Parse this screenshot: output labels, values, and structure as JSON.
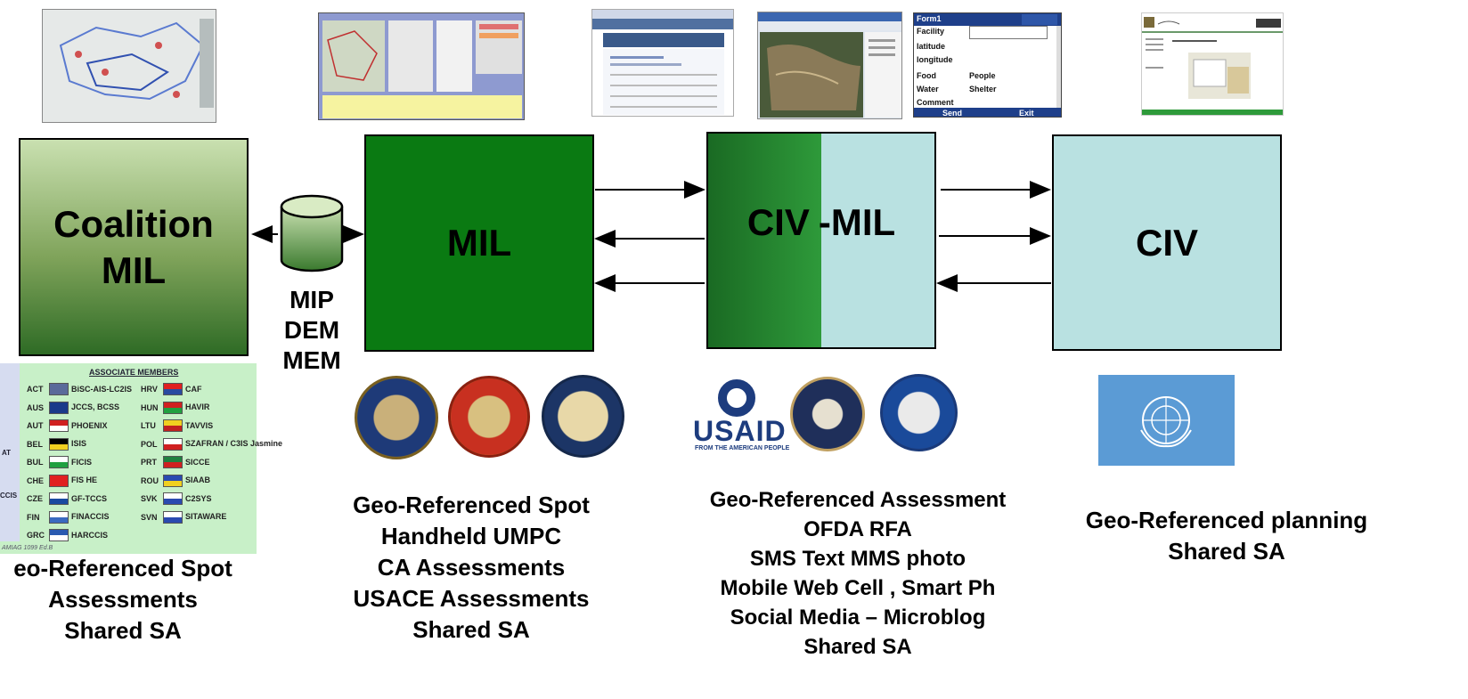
{
  "boxes": {
    "coalition": "Coalition MIL",
    "mil": "MIL",
    "civmil_civ": "CIV",
    "civmil_mil": "-MIL",
    "civ": "CIV"
  },
  "db_label": [
    "MIP",
    "DEM",
    "MEM"
  ],
  "associate_members": {
    "title": "ASSOCIATE MEMBERS",
    "footer": "AMIAG 1099 Ed.B",
    "side_labels": [
      "AT",
      "CCIS"
    ],
    "left": [
      {
        "code": "ACT",
        "name": "BiSC-AIS-LC2IS"
      },
      {
        "code": "AUS",
        "name": "JCCS, BCSS"
      },
      {
        "code": "AUT",
        "name": "PHOENIX"
      },
      {
        "code": "BEL",
        "name": "ISIS"
      },
      {
        "code": "BUL",
        "name": "FICIS"
      },
      {
        "code": "CHE",
        "name": "FIS HE"
      },
      {
        "code": "CZE",
        "name": "GF-TCCS"
      },
      {
        "code": "FIN",
        "name": "FINACCIS"
      },
      {
        "code": "GRC",
        "name": "HARCCIS"
      }
    ],
    "right": [
      {
        "code": "HRV",
        "name": "CAF"
      },
      {
        "code": "HUN",
        "name": "HAVIR"
      },
      {
        "code": "LTU",
        "name": "TAVVIS"
      },
      {
        "code": "POL",
        "name": "SZAFRAN / C3IS Jasmine"
      },
      {
        "code": "PRT",
        "name": "SICCE"
      },
      {
        "code": "ROU",
        "name": "SIAAB"
      },
      {
        "code": "SVK",
        "name": "C2SYS"
      },
      {
        "code": "SVN",
        "name": "SITAWARE"
      }
    ]
  },
  "form": {
    "title": "Form1",
    "fields": [
      "Facility",
      "latitude",
      "longitude"
    ],
    "checks_left": [
      "Food",
      "Water"
    ],
    "checks_right": [
      "People",
      "Shelter"
    ],
    "comment": "Comment",
    "send": "Send",
    "exit": "Exit"
  },
  "usaid": {
    "name": "USAID",
    "tagline": "FROM THE AMERICAN PEOPLE"
  },
  "captions": {
    "coalition": [
      "eo-Referenced Spot",
      "Assessments",
      "Shared SA"
    ],
    "mil": [
      "Geo-Referenced Spot",
      "Handheld UMPC",
      "CA Assessments",
      "USACE Assessments",
      "Shared SA"
    ],
    "civmil": [
      "Geo-Referenced Assessment",
      "OFDA RFA",
      "SMS Text MMS photo",
      "Mobile Web Cell , Smart Ph",
      "Social Media – Microblog",
      "Shared SA"
    ],
    "civ": [
      "Geo-Referenced planning",
      "Shared SA"
    ]
  },
  "colors": {
    "coalition_top": "#c9e0b0",
    "coalition_bottom": "#2e6b25",
    "mil": "#0a7a12",
    "civmil_left_dark": "#1a6a23",
    "civmil_left_light": "#2e9a3a",
    "civ": "#b9e1e1",
    "un_blue": "#5b9bd5"
  }
}
